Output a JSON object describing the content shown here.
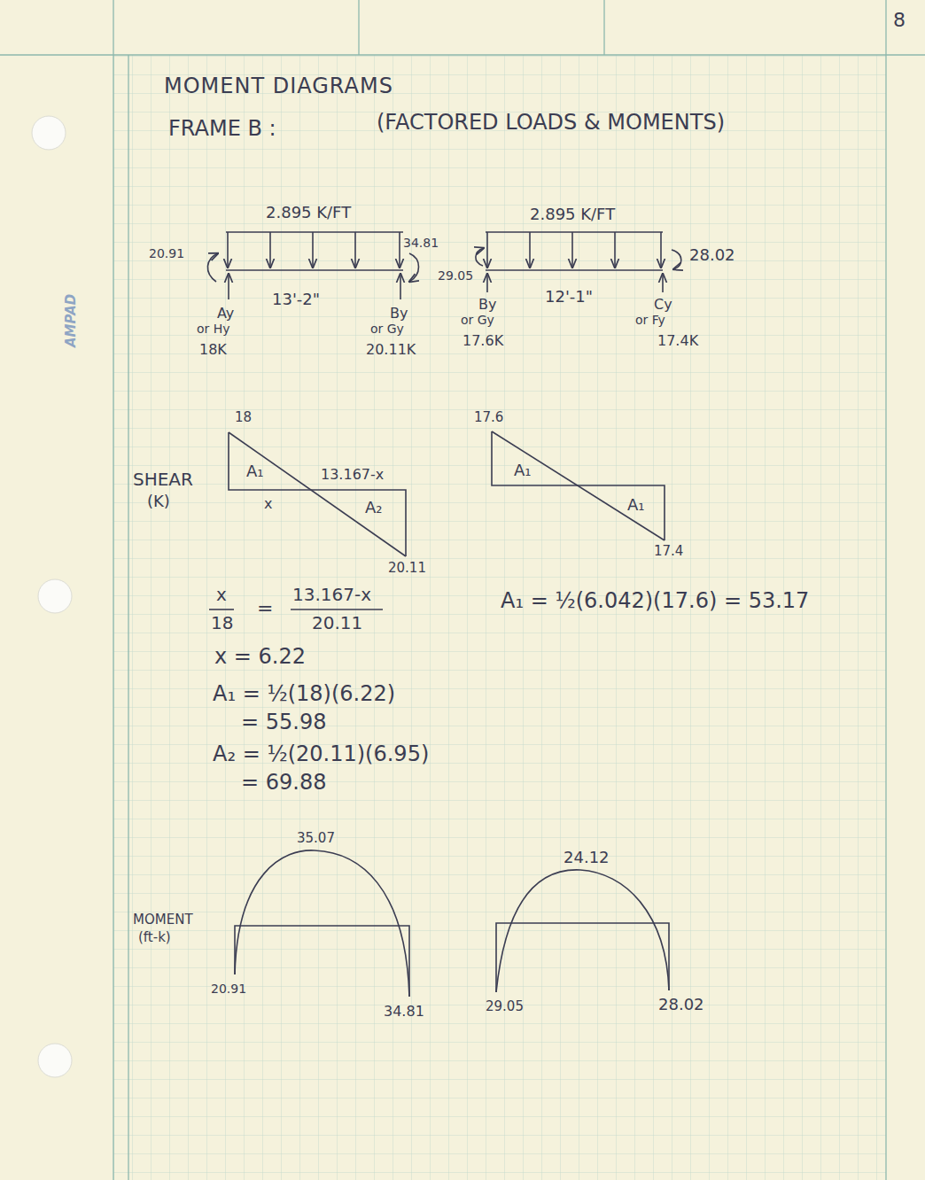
{
  "diagram": {
    "title": "MOMENT DIAGRAMS",
    "labels": [
      "8",
      "FRAME B :",
      "(FACTORED LOADS & MOMENTS)",
      "2.895 K/FT",
      "20.91",
      "34.81",
      "13'-2\"",
      "Ay",
      "or Hy",
      "18K",
      "By",
      "or Gy",
      "20.11K",
      "2.895 K/FT",
      "29.05",
      "28.02",
      "12'-1\"",
      "By",
      "or Gy",
      "17.6K",
      "Cy",
      "or Fy",
      "17.4K",
      "18",
      "A₁",
      "13.167-x",
      "x",
      "A₂",
      "20.11",
      "SHEAR",
      "(K)",
      "17.6",
      "A₁",
      "A₁",
      "17.4",
      "x",
      "18",
      "=",
      "13.167-x",
      "20.11",
      "x = 6.22",
      "A₁ = ½(18)(6.22)",
      "= 55.98",
      "A₂ = ½(20.11)(6.95)",
      "= 69.88",
      "A₁ = ½(6.042)(17.6) = 53.17",
      "35.07",
      "24.12",
      "MOMENT",
      "(ft-k)",
      "20.91",
      "34.81",
      "29.05",
      "28.02",
      "AMPAD"
    ]
  }
}
